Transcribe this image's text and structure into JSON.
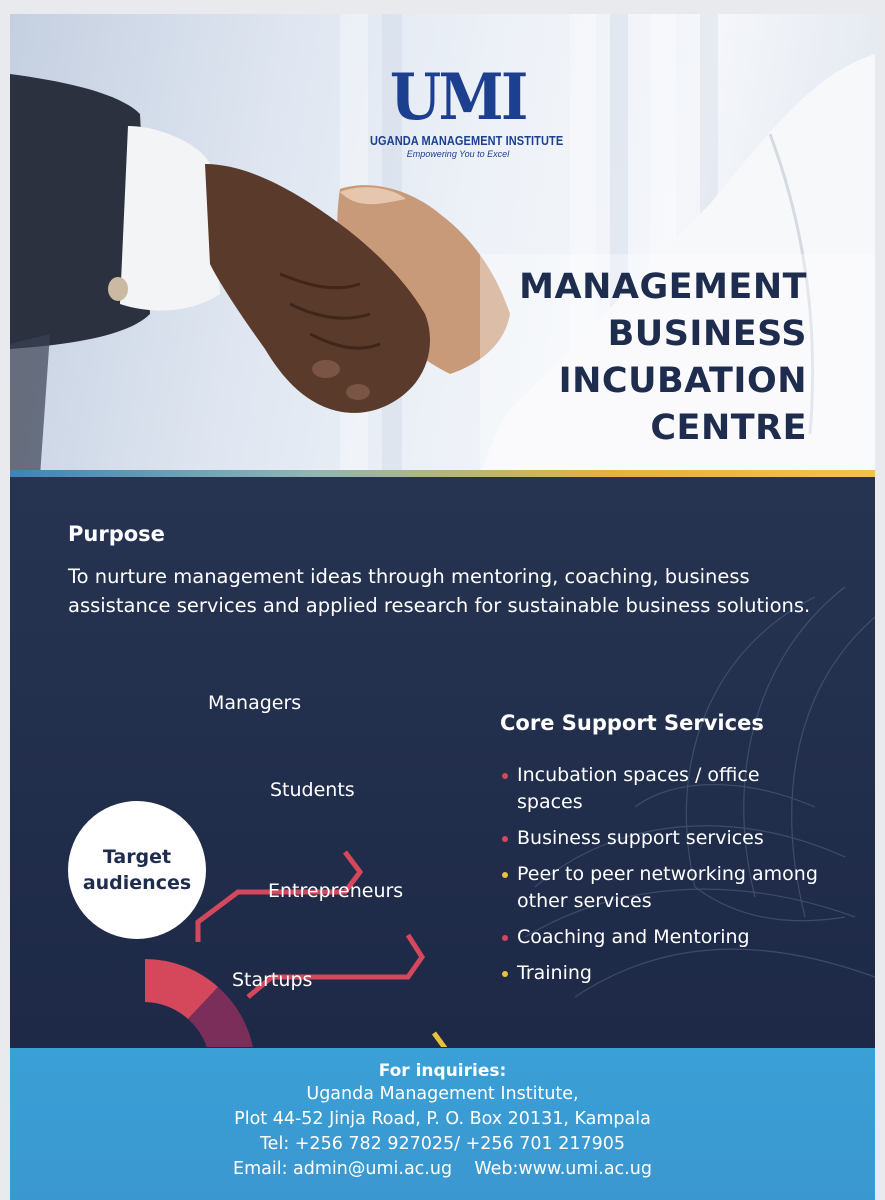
{
  "logo": {
    "mark": "UMI",
    "name": "UGANDA MANAGEMENT INSTITUTE",
    "tagline": "Empowering You to Excel"
  },
  "hero_title": [
    "MANAGEMENT",
    "BUSINESS",
    "INCUBATION",
    "CENTRE"
  ],
  "purpose": {
    "heading": "Purpose",
    "text": "To nurture management ideas through mentoring, coaching, business assistance services and applied research for sustainable business solutions."
  },
  "target": {
    "center_line1": "Target",
    "center_line2": "audiences",
    "audiences": [
      {
        "label": "Managers",
        "color": "#d5485c"
      },
      {
        "label": "Students",
        "color": "#d5485c"
      },
      {
        "label": "Entrepreneurs",
        "color": "#e8c23a"
      },
      {
        "label": "Startups",
        "color": "#e07a5c"
      }
    ]
  },
  "core": {
    "heading": "Core Support Services",
    "items": [
      {
        "text": "Incubation spaces / office spaces",
        "bullet_color": "#d5485c"
      },
      {
        "text": "Business support services",
        "bullet_color": "#d5485c"
      },
      {
        "text": "Peer to peer networking among other services",
        "bullet_color": "#e8c23a"
      },
      {
        "text": "Coaching and Mentoring",
        "bullet_color": "#d5485c"
      },
      {
        "text": "Training",
        "bullet_color": "#e8c23a"
      }
    ]
  },
  "footer": {
    "heading": "For inquiries:",
    "line1": "Uganda Management Institute,",
    "line2": "Plot 44-52 Jinja Road, P. O. Box 20131, Kampala",
    "line3": "Tel: +256 782 927025/ +256 701 217905",
    "line4": "Email: admin@umi.ac.ug    Web:www.umi.ac.ug"
  },
  "colors": {
    "navy": "#1e2c4e",
    "brand_blue": "#1c3f8f",
    "footer_blue": "#3aa0d6",
    "accent_red": "#d5485c",
    "accent_yellow": "#e8c23a"
  }
}
